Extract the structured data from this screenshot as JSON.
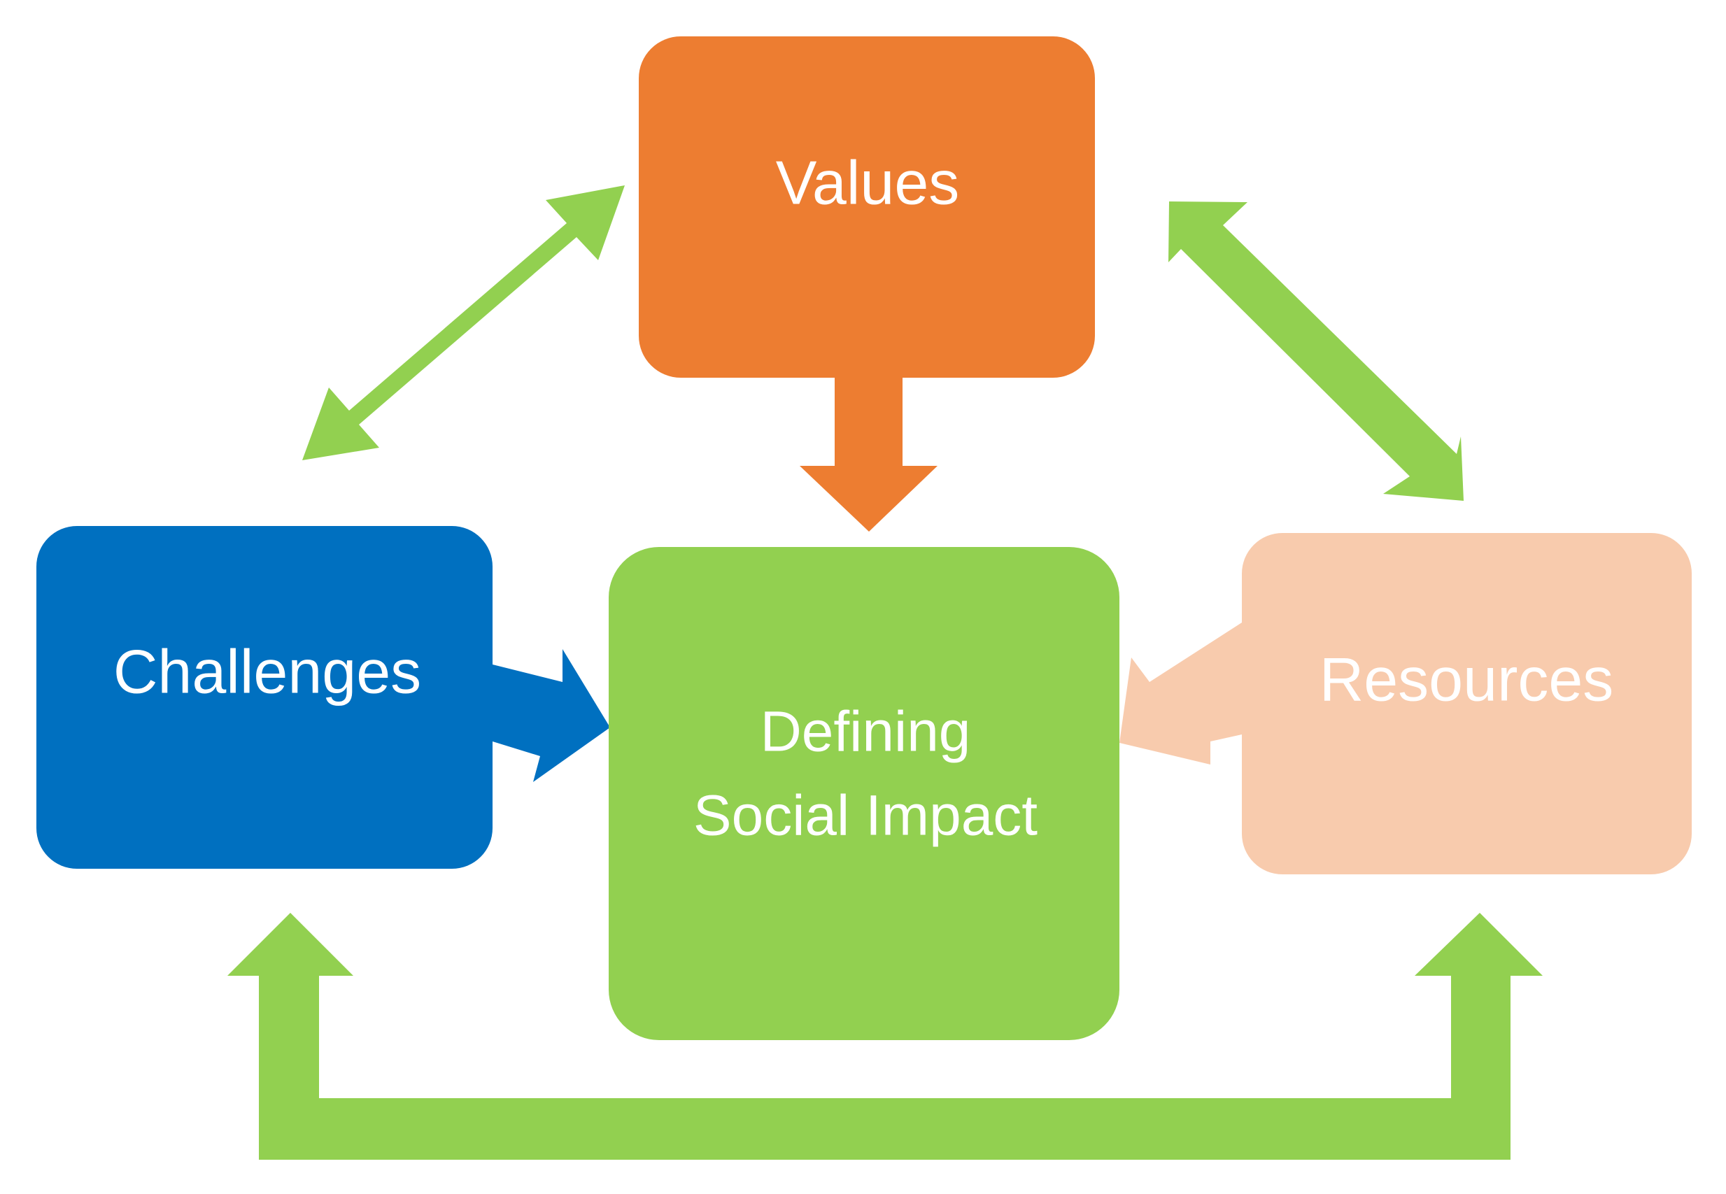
{
  "diagram": {
    "nodes": {
      "values": {
        "label": "Values",
        "color": "#ED7D31"
      },
      "challenges": {
        "label": "Challenges",
        "color": "#0070C0"
      },
      "center": {
        "line1": "Defining",
        "line2": "Social Impact",
        "color": "#92D050"
      },
      "resources": {
        "label": "Resources",
        "color": "#F8CBAD"
      }
    },
    "connectors": {
      "values_to_center": "#ED7D31",
      "challenges_to_center": "#0070C0",
      "resources_to_center": "#F8CBAD",
      "values_challenges": "#92D050",
      "values_resources": "#92D050",
      "challenges_resources": "#92D050"
    }
  }
}
